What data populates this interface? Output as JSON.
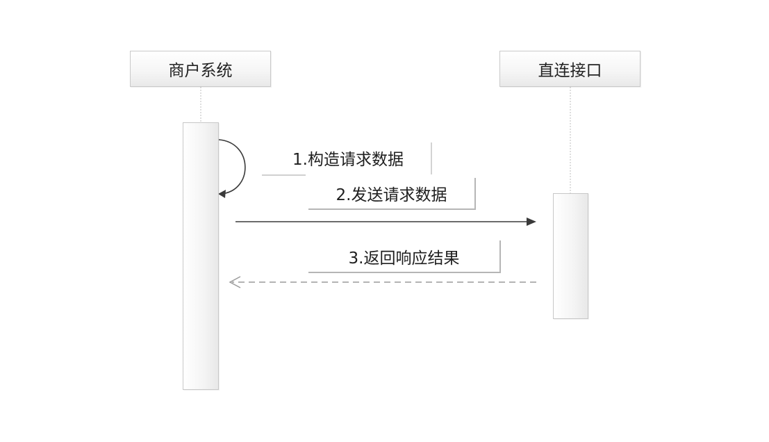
{
  "lifelines": {
    "merchant": {
      "label": "商户系统"
    },
    "direct": {
      "label": "直连接口"
    }
  },
  "messages": [
    {
      "label": "1.构造请求数据",
      "type": "self-call"
    },
    {
      "label": "2.发送请求数据",
      "type": "synchronous",
      "from": "商户系统",
      "to": "直连接口"
    },
    {
      "label": "3.返回响应结果",
      "type": "return",
      "from": "直连接口",
      "to": "商户系统"
    }
  ],
  "colors": {
    "line": "#3a3a3a",
    "return_line": "#9a9a9a",
    "lifeline_dash": "#bdbdbd",
    "box_border": "#c9c9c9"
  }
}
